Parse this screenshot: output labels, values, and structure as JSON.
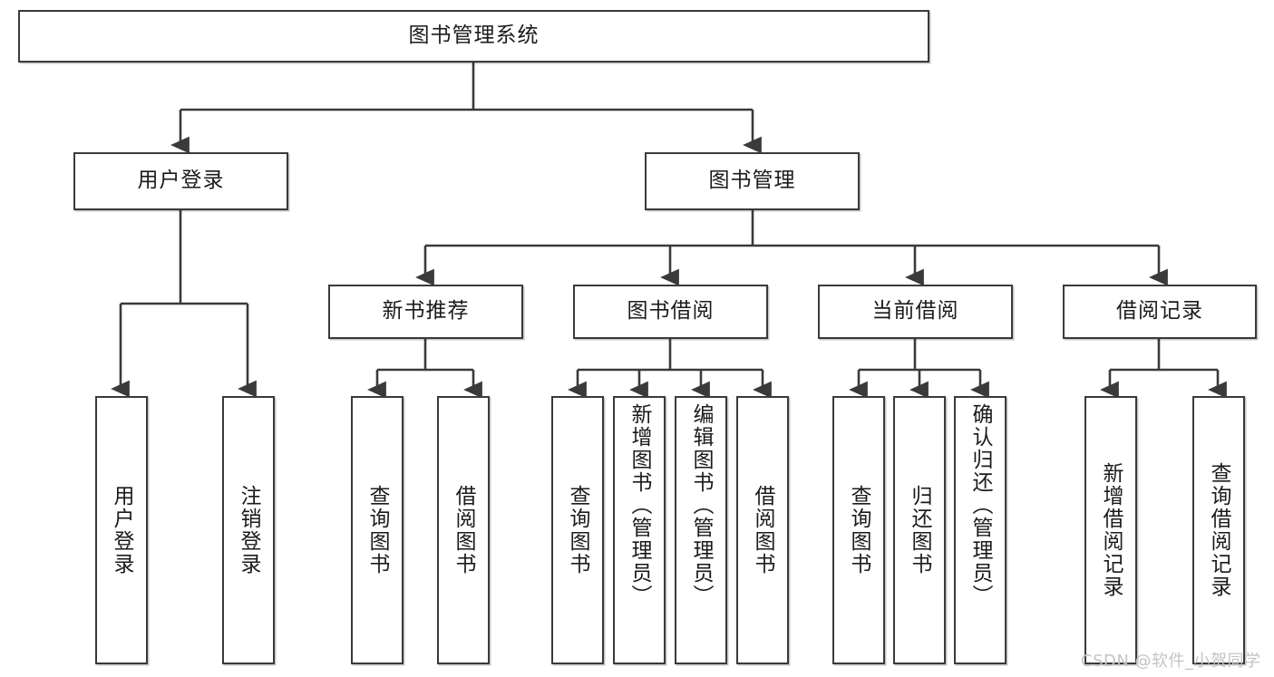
{
  "diagram": {
    "title": "图书管理系统",
    "type": "tree-hierarchy-chart",
    "root": {
      "label": "图书管理系统"
    },
    "level2": [
      {
        "label": "用户登录"
      },
      {
        "label": "图书管理"
      }
    ],
    "level3": [
      {
        "label": "新书推荐"
      },
      {
        "label": "图书借阅"
      },
      {
        "label": "当前借阅"
      },
      {
        "label": "借阅记录"
      }
    ],
    "leaves": {
      "user_login": [
        {
          "label": "用户登录"
        },
        {
          "label": "注销登录"
        }
      ],
      "new_book_recommend": [
        {
          "label": "查询图书"
        },
        {
          "label": "借阅图书"
        }
      ],
      "book_borrow": [
        {
          "label": "查询图书"
        },
        {
          "label": "新增图书（管理员）"
        },
        {
          "label": "编辑图书（管理员）"
        },
        {
          "label": "借阅图书"
        }
      ],
      "current_borrow": [
        {
          "label": "查询图书"
        },
        {
          "label": "归还图书"
        },
        {
          "label": "确认归还（管理员）"
        }
      ],
      "borrow_record": [
        {
          "label": "新增借阅记录"
        },
        {
          "label": "查询借阅记录"
        }
      ]
    }
  },
  "watermark": {
    "text": "CSDN @软件_小贺同学"
  },
  "colors": {
    "stroke": "#3a3a3a",
    "text": "#1b1b1b",
    "background": "#ffffff",
    "watermark": "#c4c4c4"
  }
}
